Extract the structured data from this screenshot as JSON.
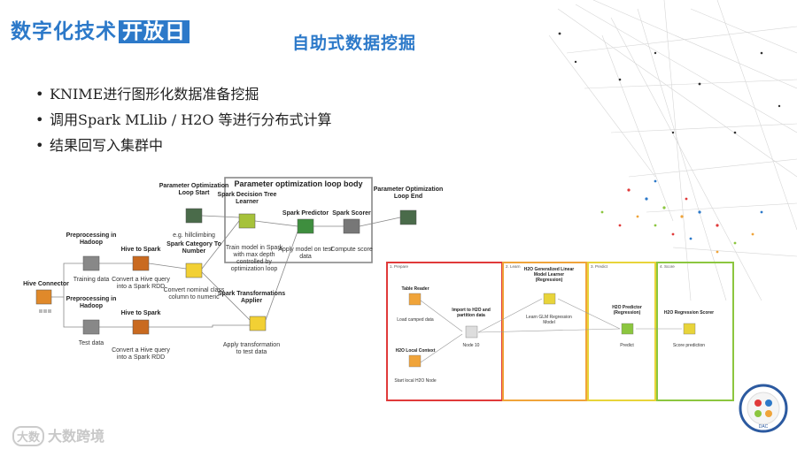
{
  "header": {
    "brand_main": "数字化技术",
    "brand_highlight": "开放日",
    "slide_title": "自助式数据挖掘"
  },
  "bullets": [
    "KNIME进行图形化数据准备挖掘",
    "调用Spark MLlib / H2O 等进行分布式计算",
    "结果回写入集群中"
  ],
  "workflow": {
    "loop_body_title": "Parameter optimization loop body",
    "nodes": {
      "hive_connector": {
        "title": "Hive Connector",
        "caption": ""
      },
      "prep1": {
        "title": "Preprocessing in Hadoop",
        "caption": "Training data"
      },
      "prep2": {
        "title": "Preprocessing in Hadoop",
        "caption": "Test data"
      },
      "hive_to_spark1": {
        "title": "Hive to Spark",
        "caption": "Convert a Hive query into a Spark RDD"
      },
      "hive_to_spark2": {
        "title": "Hive to Spark",
        "caption": "Convert a Hive query into a Spark RDD"
      },
      "category_to_number": {
        "title": "Spark Category To Number",
        "caption": "Convert nominal class column to numeric"
      },
      "param_loop_start": {
        "title": "Parameter Optimization Loop Start",
        "caption": "e.g. hillclimbing"
      },
      "decision_tree": {
        "title": "Spark Decision Tree Learner",
        "caption": "Train model in Spark with max depth controlled by optimization loop"
      },
      "predictor": {
        "title": "Spark Predictor",
        "caption": "Apply model on test data"
      },
      "scorer": {
        "title": "Spark Scorer",
        "caption": "Compute score"
      },
      "param_loop_end": {
        "title": "Parameter Optimization Loop End",
        "caption": ""
      },
      "transform_applier": {
        "title": "Spark Transformations Applier",
        "caption": "Apply transformation to test data"
      }
    }
  },
  "h2o_workflow": {
    "panels": [
      "1. Prepare",
      "2. Learn",
      "3. Predict",
      "4. Score"
    ],
    "nodes": {
      "table_reader": {
        "title": "Table Reader",
        "caption": "Load camped data"
      },
      "h2o_context": {
        "title": "H2O Local Context",
        "caption": "Start local H2O Node"
      },
      "import_h2o": {
        "title": "Import to H2O and partition data",
        "caption": "Node 10"
      },
      "glm_learner": {
        "title": "H2O Generalized Linear Model Learner (Regression)",
        "caption": "Learn GLM Regression Model"
      },
      "h2o_predictor": {
        "title": "H2O Predictor (Regression)",
        "caption": "Predict"
      },
      "h2o_scorer": {
        "title": "H2O Regression Scorer",
        "caption": "Score prediction"
      }
    }
  },
  "footer": {
    "logo_text": "大数",
    "brand_text": "大数跨境"
  },
  "badge": {
    "text": "DAC"
  },
  "colors": {
    "brand_blue": "#2c79c9",
    "panel_red": "#e03a3a",
    "panel_orange": "#f0a43a",
    "panel_yellow": "#e8d43a",
    "panel_green": "#8cc63f"
  }
}
